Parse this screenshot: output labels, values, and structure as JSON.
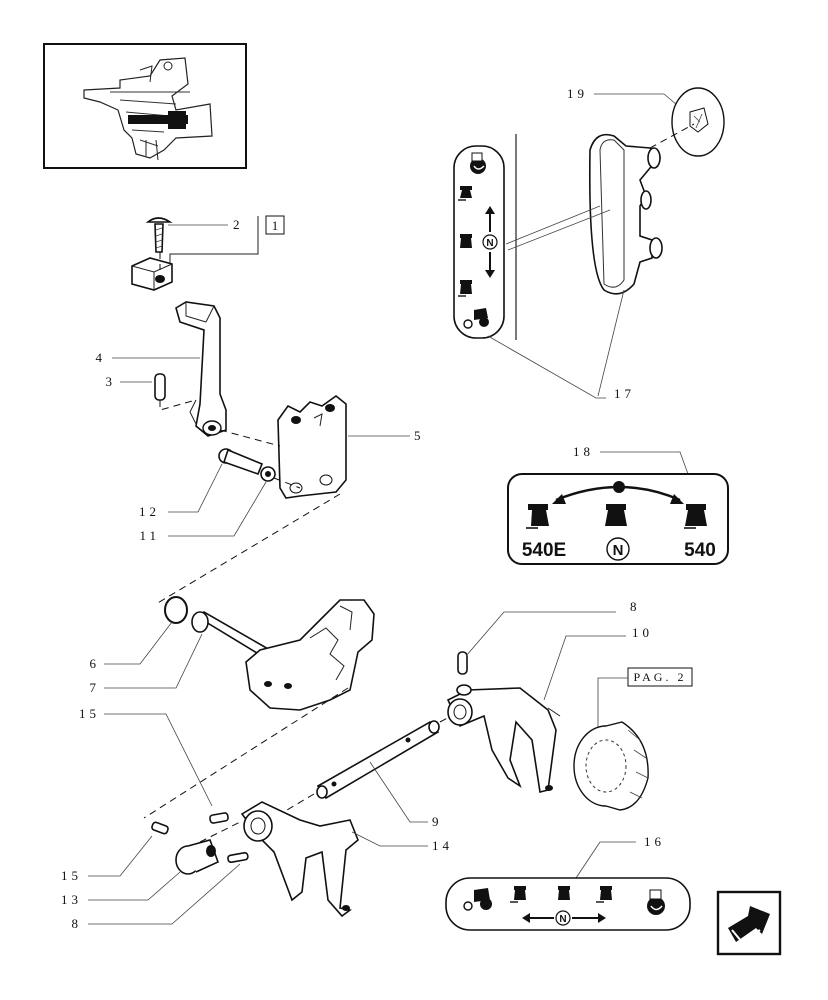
{
  "callouts": {
    "c2": "2",
    "c3": "3",
    "c4": "4",
    "c5": "5",
    "c6": "6",
    "c7": "7",
    "c8a": "8",
    "c8b": "8",
    "c9": "9",
    "c10": "10",
    "c11": "11",
    "c12": "12",
    "c13": "13",
    "c14": "14",
    "c15a": "15",
    "c15b": "15",
    "c16": "16",
    "c17": "17",
    "c18": "18",
    "c19": "19"
  },
  "kit_box": "1",
  "page_ref": "PAG. 2",
  "decal_18": {
    "left": "540E",
    "center": "N",
    "right": "540"
  },
  "decal_neutral": "N",
  "nav_icon": "next-page-arrow-icon"
}
